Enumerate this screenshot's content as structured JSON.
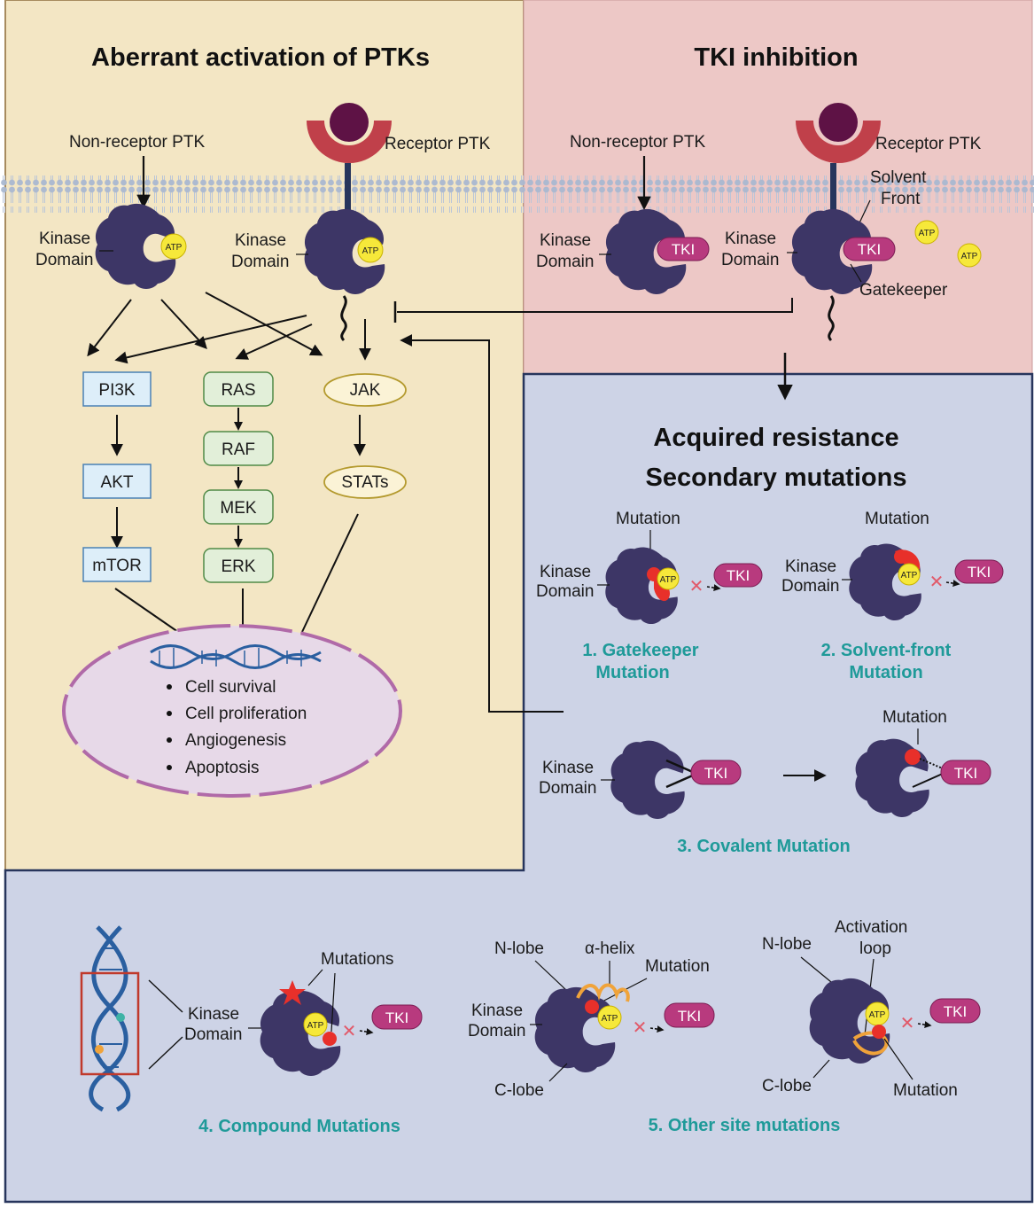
{
  "colors": {
    "panel_left": "#f3e6c4",
    "panel_right_top": "#edc8c6",
    "panel_blue": "#cdd3e6",
    "kinase": "#3d3666",
    "receptor": "#c0404a",
    "ligand": "#5e1245",
    "atp": "#f6e83a",
    "tki": "#b83a7e",
    "mutation": "#e8302a",
    "caption": "#1f9a99",
    "nucleus": "#e7d9e8",
    "nucleus_border": "#b06aa8",
    "dna": "#2a5fa0"
  },
  "titles": {
    "left": "Aberrant activation of PTKs",
    "right": "TKI inhibition",
    "resistance_1": "Acquired resistance",
    "resistance_2": "Secondary mutations"
  },
  "labels": {
    "non_receptor_ptk": "Non-receptor  PTK",
    "receptor_ptk": "Receptor  PTK",
    "non_receptor_ptk_r": "Non-receptor  PTK",
    "receptor_ptk_r": "Receptor  PTK",
    "kinase": "Kinase",
    "domain": "Domain",
    "atp": "ATP",
    "tki": "TKI",
    "solvent": "Solvent",
    "front": "Front",
    "gatekeeper": "Gatekeeper",
    "mutation": "Mutation",
    "mutations": "Mutations",
    "n_lobe": "N-lobe",
    "c_lobe": "C-lobe",
    "alpha_helix": "α-helix",
    "activation": "Activation",
    "loop": "loop"
  },
  "pathway": {
    "pi3k": "PI3K",
    "akt": "AKT",
    "mtor": "mTOR",
    "ras": "RAS",
    "raf": "RAF",
    "mek": "MEK",
    "erk": "ERK",
    "jak": "JAK",
    "stats": "STATs"
  },
  "outcomes": [
    "Cell survival",
    "Cell proliferation",
    "Angiogenesis",
    "Apoptosis"
  ],
  "captions": {
    "m1a": "1.  Gatekeeper",
    "m1b": "Mutation",
    "m2a": "2. Solvent-front",
    "m2b": "Mutation",
    "m3": "3. Covalent Mutation",
    "m4": "4. Compound Mutations",
    "m5": "5. Other site mutations"
  }
}
